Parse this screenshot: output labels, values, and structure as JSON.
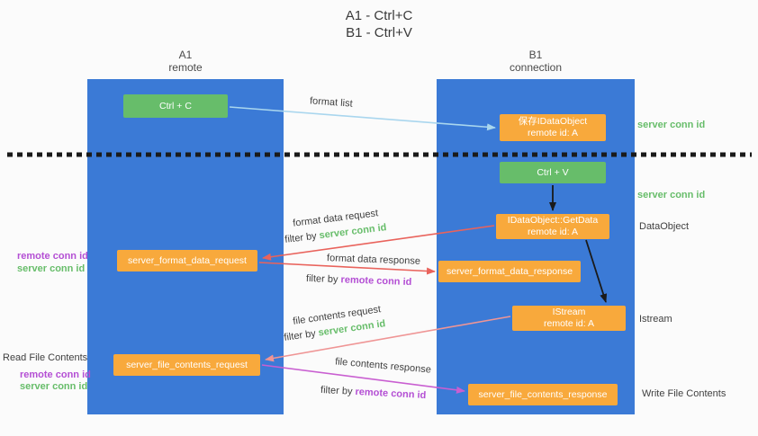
{
  "colors": {
    "bg": "#fbfbfb",
    "lane": "#3b7ad6",
    "green": "#67bd6a",
    "orange": "#f8a93c",
    "arrow-blue": "#a9d6ee",
    "arrow-red": "#e9635c",
    "arrow-salmon": "#ef9595",
    "arrow-magenta": "#c95fd1",
    "text-dark": "#3f3f3f",
    "text-green": "#67bd6a",
    "text-purple": "#b44fd4"
  },
  "title": {
    "line1": "A1 - Ctrl+C",
    "line2": "B1 - Ctrl+V"
  },
  "lanes": {
    "a1": {
      "name": "A1",
      "subtitle": "remote"
    },
    "b1": {
      "name": "B1",
      "subtitle": "connection"
    }
  },
  "boxes": {
    "ctrl_c": {
      "label": "Ctrl + C"
    },
    "save_dataobject": {
      "line1": "保存IDataObject",
      "line2": "remote id: A"
    },
    "ctrl_v": {
      "label": "Ctrl + V"
    },
    "getdata": {
      "line1": "IDataObject::GetData",
      "line2": "remote id: A"
    },
    "format_data_request": {
      "label": "server_format_data_request"
    },
    "format_data_response": {
      "label": "server_format_data_response"
    },
    "istream": {
      "line1": "IStream",
      "line2": "remote id: A"
    },
    "file_contents_request": {
      "label": "server_file_contents_request"
    },
    "file_contents_response": {
      "label": "server_file_contents_response"
    }
  },
  "arrow_labels": {
    "format_list": "format list",
    "format_data_request": "format data request",
    "format_data_request_filter": {
      "prefix": "filter by ",
      "id": "server conn id"
    },
    "format_data_response": "format data response",
    "format_data_response_filter": {
      "prefix": "filter by ",
      "id": "remote conn id"
    },
    "file_contents_request": "file contents request",
    "file_contents_request_filter": {
      "prefix": "filter by ",
      "id": "server conn id"
    },
    "file_contents_response": "file contents response",
    "file_contents_response_filter": {
      "prefix": "filter by ",
      "id": "remote conn id"
    }
  },
  "side_labels": {
    "right_server_conn_id_1": "server conn id",
    "right_server_conn_id_2": "server conn id",
    "dataobject": "DataObject",
    "istream": "Istream",
    "write_file_contents": "Write File Contents",
    "left_remote_conn_id_1": "remote conn id",
    "left_server_conn_id_1": "server conn id",
    "read_file_contents": "Read File Contents",
    "left_remote_conn_id_2": "remote conn id",
    "left_server_conn_id_2": "server conn id"
  }
}
